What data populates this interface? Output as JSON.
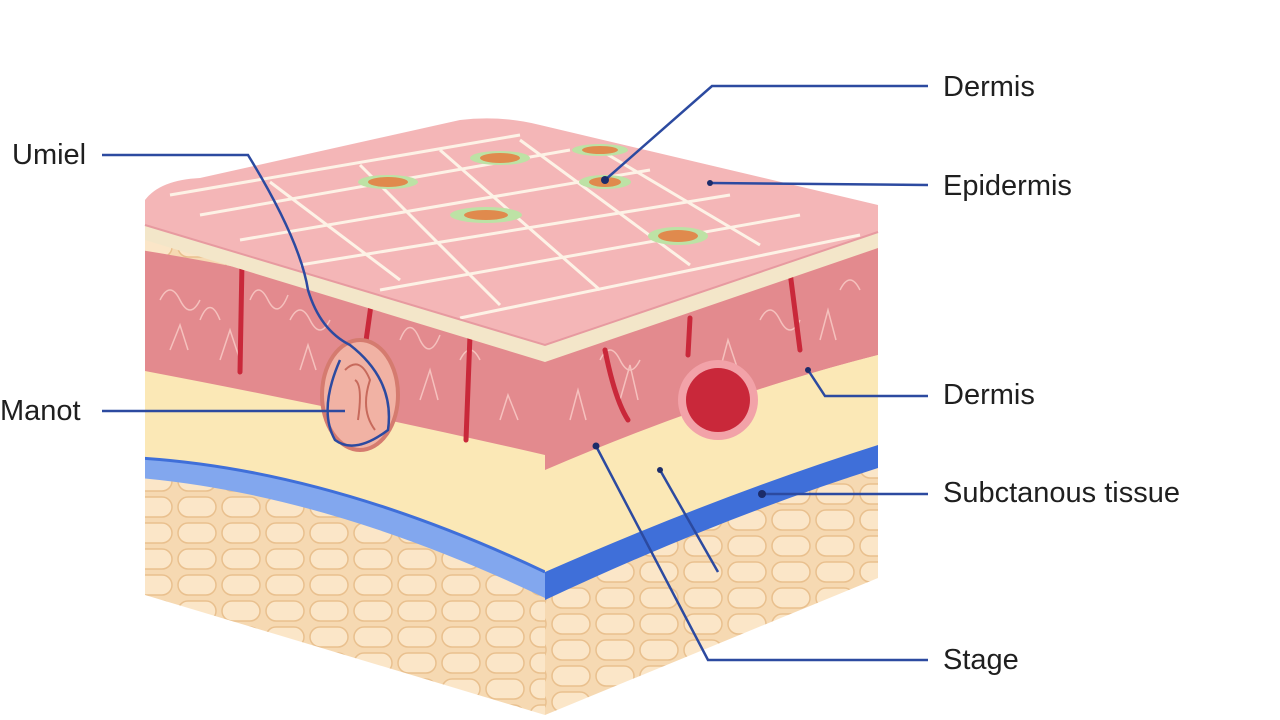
{
  "labels": {
    "dermis_top": "Dermis",
    "epidermis": "Epidermis",
    "umiel": "Umiel",
    "manot": "Manot",
    "dermis_mid": "Dermis",
    "subctanous": "Subctanous tissue",
    "stage": "Stage"
  },
  "colors": {
    "leader_line": "#2c4aa0",
    "epidermis_top": "#f4b6b7",
    "dermis": "#d9727a",
    "yellow_fat": "#fbe8b6",
    "blue_vessel": "#3f6fd9",
    "fat_cells": "#f8ddb7",
    "red_node": "#c9283a"
  }
}
